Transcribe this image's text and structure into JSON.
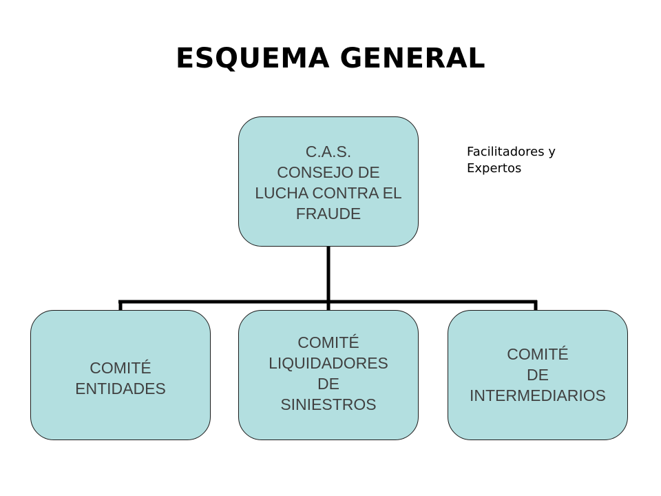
{
  "title": "ESQUEMA GENERAL",
  "side_note": {
    "line1": "Facilitadores y",
    "line2": "Expertos"
  },
  "colors": {
    "box_fill": "#b3dfe0",
    "box_text": "#404040",
    "connector": "#000000"
  },
  "nodes": {
    "root": {
      "lines": [
        "C.A.S.",
        "CONSEJO DE",
        "LUCHA CONTRA EL",
        "FRAUDE"
      ]
    },
    "children": [
      {
        "lines": [
          "COMITÉ",
          "ENTIDADES"
        ]
      },
      {
        "lines": [
          "COMITÉ",
          "LIQUIDADORES",
          "DE",
          "SINIESTROS"
        ]
      },
      {
        "lines": [
          "COMITÉ",
          "DE",
          "INTERMEDIARIOS"
        ]
      }
    ]
  }
}
